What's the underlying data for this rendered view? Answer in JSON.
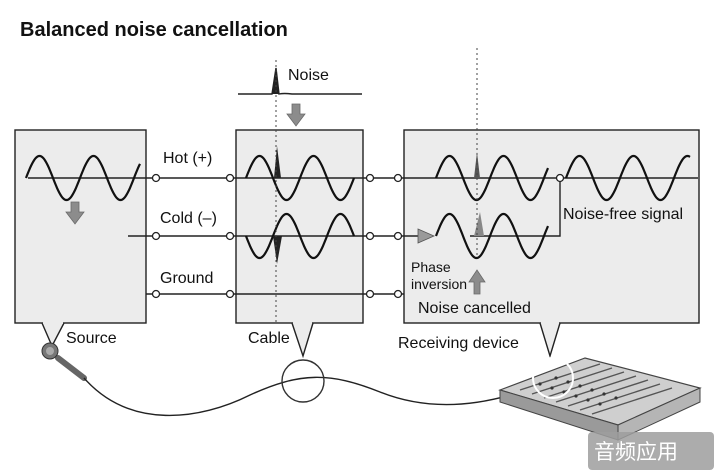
{
  "title": "Balanced noise cancellation",
  "noise_label": "Noise",
  "lines": {
    "hot": "Hot (+)",
    "cold": "Cold (–)",
    "ground": "Ground"
  },
  "sections": {
    "source": "Source",
    "cable": "Cable",
    "receiving_device": "Receiving device"
  },
  "annotations": {
    "noise_free": "Noise-free signal",
    "phase_inversion_line1": "Phase",
    "phase_inversion_line2": "inversion",
    "noise_cancelled": "Noise cancelled"
  },
  "watermark": "音频应用"
}
